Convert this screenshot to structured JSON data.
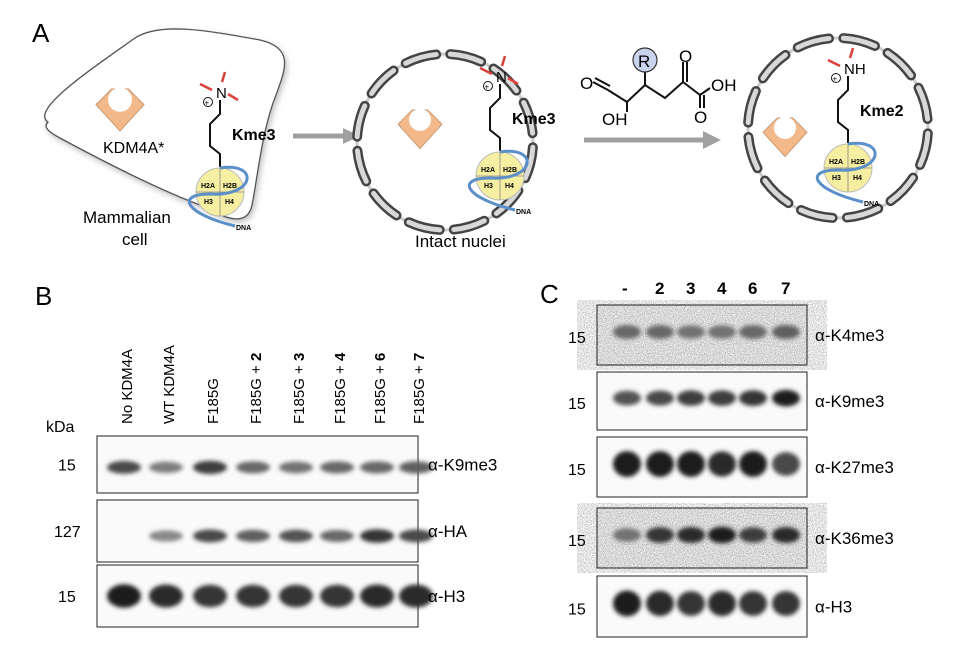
{
  "panel_a": {
    "label": "A",
    "enzyme_label": "KDM4A*",
    "cell_label_line1": "Mammalian",
    "cell_label_line2": "cell",
    "nuclei_label": "Intact nuclei",
    "mark_before": "Kme3",
    "mark_after": "Kme2",
    "nitrogen_before": "N",
    "nitrogen_after": "NH",
    "charge": "+",
    "histones": [
      "H2A",
      "H2B",
      "H3",
      "H4"
    ],
    "dna_label": "DNA",
    "substituent": "R",
    "oh_label": "OH",
    "o_label": "O",
    "colors": {
      "enzyme": "#f4b98a",
      "histone": "#f6eea0",
      "dna": "#5b8fc9",
      "methyl": "#d9423a",
      "r_group": "#c9d3ee",
      "arrow": "#a0a0a0"
    }
  },
  "panel_b": {
    "label": "B",
    "kda_label": "kDa",
    "lanes": [
      {
        "prefix": "No KDM4A",
        "bold": ""
      },
      {
        "prefix": "WT KDM4A",
        "bold": ""
      },
      {
        "prefix": "F185G",
        "bold": ""
      },
      {
        "prefix": "F185G + ",
        "bold": "2"
      },
      {
        "prefix": "F185G + ",
        "bold": "3"
      },
      {
        "prefix": "F185G + ",
        "bold": "4"
      },
      {
        "prefix": "F185G + ",
        "bold": "6"
      },
      {
        "prefix": "F185G + ",
        "bold": "7"
      }
    ],
    "blots": [
      {
        "mw": "15",
        "antibody": "α-K9me3",
        "intensity": [
          0.75,
          0.5,
          0.8,
          0.6,
          0.55,
          0.6,
          0.6,
          0.65
        ]
      },
      {
        "mw": "127",
        "antibody": "α-HA",
        "intensity": [
          0.0,
          0.45,
          0.75,
          0.65,
          0.7,
          0.6,
          0.85,
          0.75
        ]
      },
      {
        "mw": "15",
        "antibody": "α-H3",
        "intensity": [
          0.95,
          0.9,
          0.85,
          0.85,
          0.85,
          0.85,
          0.9,
          0.9
        ]
      }
    ]
  },
  "panel_c": {
    "label": "C",
    "lanes": [
      "-",
      "2",
      "3",
      "4",
      "6",
      "7"
    ],
    "blots": [
      {
        "mw": "15",
        "antibody": "α-K4me3",
        "intensity": [
          0.6,
          0.6,
          0.55,
          0.55,
          0.6,
          0.65
        ],
        "noisy": true
      },
      {
        "mw": "15",
        "antibody": "α-K9me3",
        "intensity": [
          0.7,
          0.75,
          0.8,
          0.8,
          0.85,
          0.95
        ],
        "noisy": false
      },
      {
        "mw": "15",
        "antibody": "α-K27me3",
        "intensity": [
          0.95,
          0.95,
          0.95,
          0.9,
          0.95,
          0.75
        ],
        "noisy": false
      },
      {
        "mw": "15",
        "antibody": "α-K36me3",
        "intensity": [
          0.55,
          0.85,
          0.9,
          0.95,
          0.8,
          0.9
        ],
        "noisy": true
      },
      {
        "mw": "15",
        "antibody": "α-H3",
        "intensity": [
          0.95,
          0.9,
          0.85,
          0.9,
          0.85,
          0.85
        ],
        "noisy": false
      }
    ]
  }
}
